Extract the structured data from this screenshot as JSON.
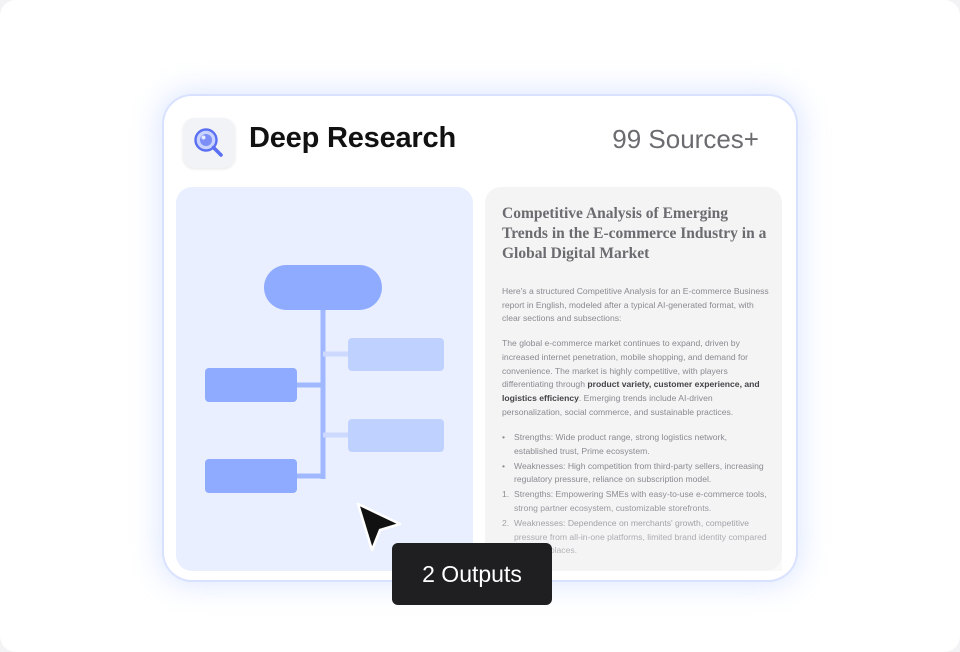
{
  "header": {
    "app_title": "Deep Research",
    "sources_label": "99 Sources+",
    "app_icon": "magnifier-icon"
  },
  "document": {
    "title": "Competitive Analysis of Emerging Trends in the E-commerce Industry in a Global Digital Market",
    "intro": "Here's a structured Competitive Analysis for an E-commerce Business report in English, modeled after a typical AI-generated format, with clear sections and subsections:",
    "paragraph": {
      "before": "The global e-commerce market continues to expand, driven by increased internet penetration, mobile shopping, and demand for convenience. The market is highly competitive, with players differentiating through ",
      "bold": "product variety, customer experience, and logistics efficiency",
      "after": ". Emerging trends include AI-driven personalization, social commerce, and sustainable practices."
    },
    "items": [
      {
        "marker": "•",
        "text": "Strengths: Wide product range, strong logistics network, established trust, Prime ecosystem."
      },
      {
        "marker": "•",
        "text": "Weaknesses: High competition from third-party sellers, increasing regulatory pressure, reliance on subscription model."
      },
      {
        "marker": "1.",
        "text": "Strengths: Empowering SMEs with easy-to-use e-commerce tools, strong partner ecosystem, customizable storefronts."
      },
      {
        "marker": "2.",
        "text": "Weaknesses: Dependence on merchants' growth, competitive pressure from all-in-one platforms, limited brand identity compared to marketplaces."
      }
    ]
  },
  "tooltip": {
    "label": "2 Outputs"
  },
  "colors": {
    "accent": "#8eabff",
    "accent_light": "#bfd1ff",
    "diagram_bg": "#e9efff",
    "tooltip_bg": "#1f1f22"
  }
}
